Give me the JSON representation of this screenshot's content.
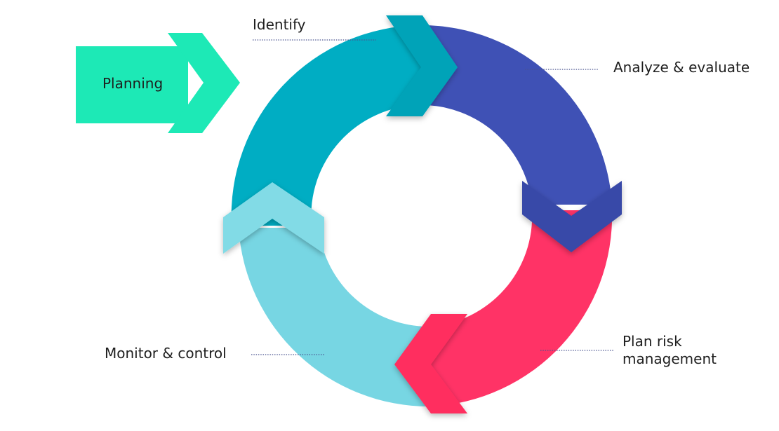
{
  "diagram": {
    "planning": {
      "label": "Planning",
      "color": "#1de9b6"
    },
    "steps": [
      {
        "id": "identify",
        "label": "Identify",
        "color": "#00adc3",
        "chevron_color": "#00a3b8"
      },
      {
        "id": "analyze",
        "label": "Analyze & evaluate",
        "color": "#3f51b5",
        "chevron_color": "#3949a8"
      },
      {
        "id": "plan",
        "label_lines": [
          "Plan risk",
          "management"
        ],
        "color": "#ff3366",
        "chevron_color": "#ff2e5f"
      },
      {
        "id": "monitor",
        "label": "Monitor & control",
        "color": "#77d6e3",
        "chevron_color": "#82dbe6"
      }
    ]
  }
}
